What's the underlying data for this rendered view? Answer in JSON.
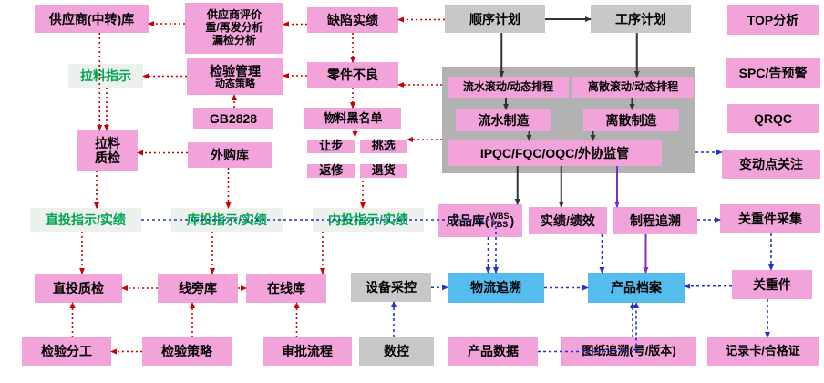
{
  "colors": {
    "pink": "#f2a3da",
    "gray": "#c8c8c8",
    "container": "#b2b2b2",
    "blue": "#55bdee",
    "green_text": "#00a550",
    "green_bg": "#edf1ed",
    "red_arrow": "#cc0000",
    "blue_arrow": "#2233cc",
    "black_arrow": "#333333",
    "purple_arrow": "#7a2fbd"
  },
  "nodes": {
    "supplier_hub": {
      "label": "供应商(中转)库"
    },
    "supplier_eval": {
      "lines": [
        "供应商评价",
        "重/再发分析",
        "漏检分析"
      ]
    },
    "defect_record": {
      "label": "缺陷实绩"
    },
    "seq_plan": {
      "label": "顺序计划"
    },
    "proc_plan": {
      "label": "工序计划"
    },
    "top_analysis": {
      "label": "TOP分析"
    },
    "pull_instruction": {
      "label": "拉料指示"
    },
    "inspection_mgmt": {
      "label": "检验管理",
      "sub": "动态策略"
    },
    "part_defect": {
      "label": "零件不良"
    },
    "flow_schedule": {
      "label": "流水滚动/动态排程"
    },
    "discrete_schedule": {
      "label": "离散滚动/动态排程"
    },
    "flow_mfg": {
      "label": "流水制造"
    },
    "discrete_mfg": {
      "label": "离散制造"
    },
    "ipqc": {
      "label": "IPQC/FQC/OQC/外协监管"
    },
    "spc_alert": {
      "label": "SPC/告预警"
    },
    "gb2828": {
      "label": "GB2828"
    },
    "blacklist": {
      "label": "物料黑名单"
    },
    "qrqc": {
      "label": "QRQC"
    },
    "pull_qc": {
      "line1": "拉料",
      "line2": "质检"
    },
    "outsource_store": {
      "label": "外购库"
    },
    "concession_grid": {
      "cells": [
        "让步",
        "挑选",
        "返修",
        "退货"
      ]
    },
    "change_point": {
      "label": "变动点关注"
    },
    "direct_instruction": {
      "label": "直投指示/实绩"
    },
    "store_instruction": {
      "label": "库投指示/实绩"
    },
    "internal_instruction": {
      "label": "内投指示/实绩"
    },
    "finished_store": {
      "label": "成品库",
      "sub1": "WBS",
      "sub2": "PBS"
    },
    "performance": {
      "label": "实绩/绩效"
    },
    "process_trace": {
      "label": "制程追溯"
    },
    "key_part_collect": {
      "label": "关重件采集"
    },
    "direct_qc": {
      "label": "直投质检"
    },
    "line_side_store": {
      "label": "线旁库"
    },
    "online_store": {
      "label": "在线库"
    },
    "device_control": {
      "label": "设备采控"
    },
    "logistics_trace": {
      "label": "物流追溯"
    },
    "product_archive": {
      "label": "产品档案"
    },
    "key_part": {
      "label": "关重件"
    },
    "inspection_division": {
      "label": "检验分工"
    },
    "inspection_strategy": {
      "label": "检验策略"
    },
    "approval_flow": {
      "label": "审批流程"
    },
    "cnc": {
      "label": "数控"
    },
    "product_data": {
      "label": "产品数据"
    },
    "drawing_trace": {
      "label": "图纸追溯(号/版本)"
    },
    "record_card": {
      "label": "记录卡/合格证"
    }
  },
  "edges": [
    {
      "from": "supplier_eval",
      "to": "supplier_hub",
      "kind": "red"
    },
    {
      "from": "defect_record",
      "to": "supplier_eval",
      "kind": "red"
    },
    {
      "from": "seq_plan",
      "to": "defect_record",
      "kind": "red"
    },
    {
      "from": "defect_record",
      "to": "part_defect",
      "kind": "red"
    },
    {
      "from": "part_defect",
      "to": "inspection_mgmt",
      "kind": "red"
    },
    {
      "from": "inspection_mgmt",
      "to": "pull_instruction",
      "kind": "red"
    },
    {
      "from": "pull_instruction",
      "to": "pull_qc",
      "kind": "red"
    },
    {
      "from": "supplier_hub",
      "to": "pull_qc",
      "kind": "red"
    },
    {
      "from": "gb2828",
      "to": "inspection_mgmt",
      "kind": "red"
    },
    {
      "from": "part_defect",
      "to": "blacklist",
      "kind": "red"
    },
    {
      "from": "blacklist",
      "to": "concession_grid",
      "kind": "red"
    },
    {
      "from": "mfg_container",
      "to": "part_defect",
      "kind": "red"
    },
    {
      "from": "mfg_container",
      "to": "concession_grid",
      "kind": "red"
    },
    {
      "from": "outsource_store",
      "to": "pull_qc",
      "kind": "red"
    },
    {
      "from": "outsource_store",
      "to": "store_instruction",
      "kind": "red"
    },
    {
      "from": "concession_grid",
      "to": "internal_instruction",
      "kind": "red"
    },
    {
      "from": "store_instruction",
      "to": "line_side_store",
      "kind": "red"
    },
    {
      "from": "internal_instruction",
      "to": "online_store",
      "kind": "red"
    },
    {
      "from": "direct_instruction",
      "to": "direct_qc",
      "kind": "red"
    },
    {
      "from": "pull_qc",
      "to": "direct_instruction",
      "kind": "red"
    },
    {
      "from": "line_side_store",
      "to": "online_store",
      "kind": "red"
    },
    {
      "from": "line_side_store",
      "to": "direct_qc",
      "kind": "red"
    },
    {
      "from": "inspection_strategy",
      "to": "inspection_division",
      "kind": "red"
    },
    {
      "from": "inspection_strategy",
      "to": "line_side_store",
      "kind": "red"
    },
    {
      "from": "approval_flow",
      "to": "online_store",
      "kind": "red"
    },
    {
      "from": "inspection_division",
      "to": "direct_qc",
      "kind": "red"
    },
    {
      "from": "seq_plan",
      "to": "proc_plan",
      "kind": "black"
    },
    {
      "from": "seq_plan",
      "to": "flow_schedule",
      "kind": "black"
    },
    {
      "from": "proc_plan",
      "to": "discrete_schedule",
      "kind": "black"
    },
    {
      "from": "flow_schedule",
      "to": "flow_mfg",
      "kind": "black"
    },
    {
      "from": "discrete_schedule",
      "to": "discrete_mfg",
      "kind": "black"
    },
    {
      "from": "flow_mfg",
      "to": "ipqc",
      "kind": "black"
    },
    {
      "from": "discrete_mfg",
      "to": "ipqc",
      "kind": "black"
    },
    {
      "from": "ipqc",
      "to": "finished_store",
      "kind": "black"
    },
    {
      "from": "ipqc",
      "to": "performance",
      "kind": "black"
    },
    {
      "from": "ipqc",
      "to": "process_trace",
      "kind": "purple"
    },
    {
      "from": "process_trace",
      "to": "product_archive",
      "kind": "purple"
    },
    {
      "from": "finished_store",
      "to": "logistics_trace",
      "kind": "blue"
    },
    {
      "from": "performance",
      "to": "product_archive",
      "kind": "blue"
    },
    {
      "from": "logistics_trace",
      "to": "product_archive",
      "kind": "blue"
    },
    {
      "from": "device_control",
      "to": "logistics_trace",
      "kind": "blue"
    },
    {
      "from": "cnc",
      "to": "device_control",
      "kind": "blue"
    },
    {
      "from": "product_data",
      "to": "product_archive",
      "kind": "blue"
    },
    {
      "from": "drawing_trace",
      "to": "product_archive",
      "kind": "blue"
    },
    {
      "from": "process_trace",
      "to": "key_part_collect",
      "kind": "blue"
    },
    {
      "from": "key_part_collect",
      "to": "key_part",
      "kind": "blue"
    },
    {
      "from": "key_part",
      "to": "product_archive",
      "kind": "blue"
    },
    {
      "from": "key_part",
      "to": "record_card",
      "kind": "blue"
    },
    {
      "from": "direct_instruction",
      "to": "logistics_trace",
      "kind": "blue"
    },
    {
      "from": "mfg_container",
      "to": "change_point",
      "kind": "blue"
    }
  ]
}
